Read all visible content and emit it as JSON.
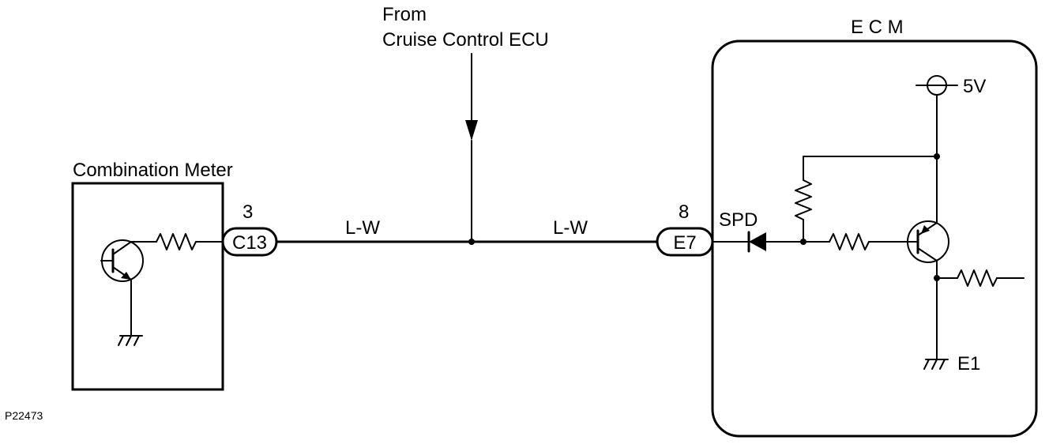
{
  "source_label": {
    "line1": "From",
    "line2": "Cruise Control ECU"
  },
  "components": {
    "combination_meter": "Combination Meter",
    "ecm": "E C M"
  },
  "connectors": {
    "c13": {
      "pin": "3",
      "name": "C13"
    },
    "e7": {
      "pin": "8",
      "name": "E7"
    }
  },
  "wires": {
    "left": "L-W",
    "right": "L-W"
  },
  "ecm_labels": {
    "terminal": "SPD",
    "supply": "5V",
    "ground": "E1"
  },
  "figure_code": "P22473",
  "icons": [
    "transistor-icon",
    "resistor-icon",
    "ground-icon",
    "diode-icon",
    "power-source-icon",
    "arrow-down-icon"
  ]
}
